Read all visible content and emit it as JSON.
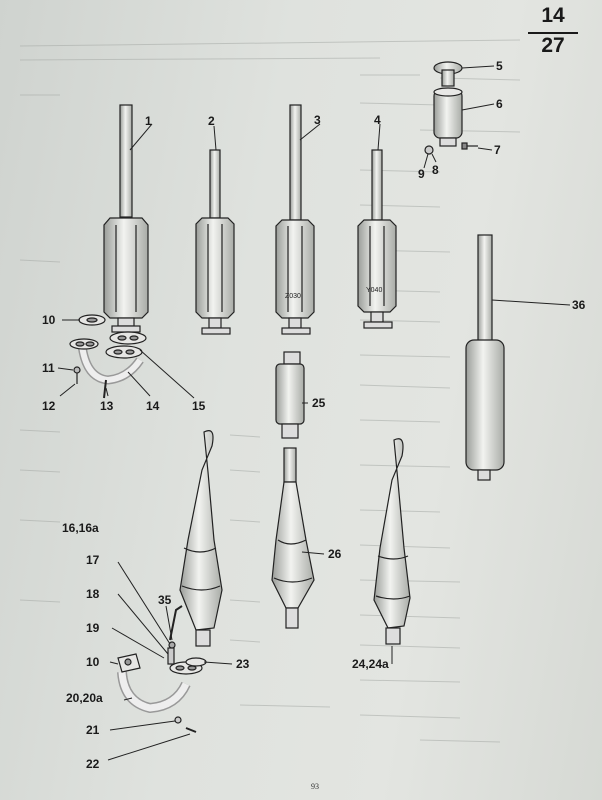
{
  "plate": {
    "top": "14",
    "bottom": "27"
  },
  "page_number": "93",
  "callouts": [
    "1",
    "2",
    "3",
    "4",
    "5",
    "6",
    "7",
    "8",
    "9",
    "10",
    "11",
    "12",
    "13",
    "14",
    "15",
    "16,16a",
    "17",
    "18",
    "19",
    "10",
    "20,20a",
    "21",
    "22",
    "23",
    "35",
    "25",
    "26",
    "24,24a",
    "36"
  ],
  "part_stamps": [
    "Z030",
    "Y040"
  ]
}
